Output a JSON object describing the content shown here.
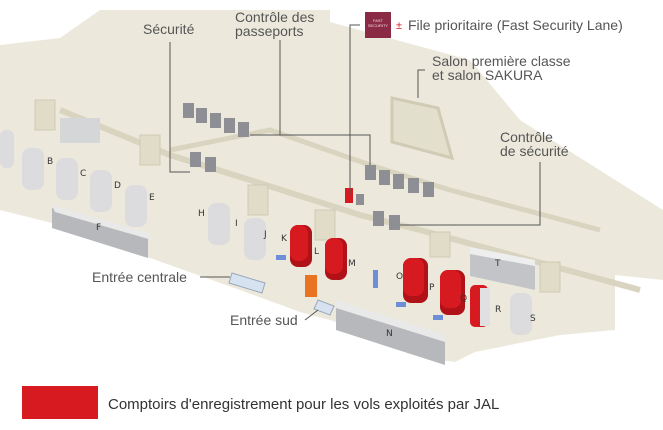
{
  "labels": {
    "security_left": "Sécurité",
    "passport_control_line1": "Contrôle des",
    "passport_control_line2": "passeports",
    "priority_lane": "File prioritaire (Fast Security Lane)",
    "lounge_line1": "Salon première classe",
    "lounge_line2": "et salon SAKURA",
    "security_right_line1": "Contrôle",
    "security_right_line2": "de sécurité",
    "central_entrance": "Entrée centrale",
    "south_entrance": "Entrée sud"
  },
  "fast_security_logo": "FAST SECURITY",
  "counters": [
    "B",
    "C",
    "D",
    "E",
    "F",
    "H",
    "I",
    "J",
    "K",
    "L",
    "M",
    "N",
    "O",
    "P",
    "Q",
    "R",
    "S",
    "T"
  ],
  "legend": {
    "text": "Comptoirs d'enregistrement pour les vols exploités par JAL",
    "color": "#d71920"
  },
  "colors": {
    "floor": "#ece9dc",
    "jal": "#d71920",
    "wall": "#d8d4c0"
  }
}
